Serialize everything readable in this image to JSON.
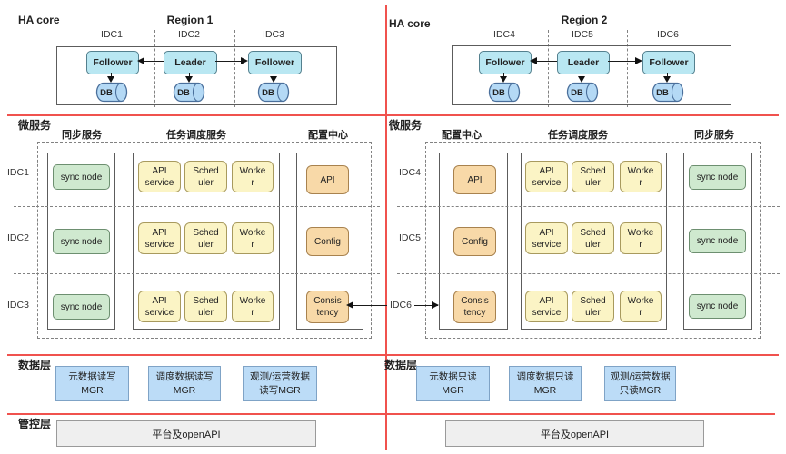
{
  "ha_left": {
    "title": "HA core",
    "region": "Region 1",
    "idcs": [
      "IDC1",
      "IDC2",
      "IDC3"
    ],
    "nodes": [
      "Follower",
      "Leader",
      "Follower"
    ],
    "db_label": "DB"
  },
  "ha_right": {
    "title": "HA core",
    "region": "Region 2",
    "idcs": [
      "IDC4",
      "IDC5",
      "IDC6"
    ],
    "nodes": [
      "Follower",
      "Leader",
      "Follower"
    ],
    "db_label": "DB"
  },
  "ms_left": {
    "title": "微服务",
    "columns": [
      "同步服务",
      "任务调度服务",
      "配置中心"
    ],
    "rows": [
      {
        "label": "IDC1",
        "sync": "sync node",
        "task": [
          "API\nservice",
          "Sched\nuler",
          "Worke\nr"
        ],
        "config": "API"
      },
      {
        "label": "IDC2",
        "sync": "sync node",
        "task": [
          "API\nservice",
          "Sched\nuler",
          "Worke\nr"
        ],
        "config": "Config"
      },
      {
        "label": "IDC3",
        "sync": "sync node",
        "task": [
          "API\nservice",
          "Sched\nuler",
          "Worke\nr"
        ],
        "config": "Consis\ntency"
      }
    ]
  },
  "ms_right": {
    "title": "微服务",
    "columns": [
      "配置中心",
      "任务调度服务",
      "同步服务"
    ],
    "rows": [
      {
        "label": "IDC4",
        "config": "API",
        "task": [
          "API\nservice",
          "Sched\nuler",
          "Worke\nr"
        ],
        "sync": "sync node"
      },
      {
        "label": "IDC5",
        "config": "Config",
        "task": [
          "API\nservice",
          "Sched\nuler",
          "Worke\nr"
        ],
        "sync": "sync node"
      },
      {
        "label": "IDC6",
        "config": "Consis\ntency",
        "task": [
          "API\nservice",
          "Sched\nuler",
          "Worke\nr"
        ],
        "sync": "sync node"
      }
    ]
  },
  "data_left": {
    "title": "数据层",
    "boxes": [
      "元数据读写\nMGR",
      "调度数据读写\nMGR",
      "观测/运营数据\n读写MGR"
    ]
  },
  "data_right": {
    "title": "数据层",
    "boxes": [
      "元数据只读\nMGR",
      "调度数据只读\nMGR",
      "观测/运营数据\n只读MGR"
    ]
  },
  "control_left": {
    "title": "管控层",
    "box": "平台及openAPI"
  },
  "control_right": {
    "box": "平台及openAPI"
  },
  "colors": {
    "accent_red": "#f0524e",
    "node_cyan": "#b9e7f2",
    "db_blue": "#b4d9f5",
    "sync_green": "#cfe9cf",
    "task_yellow": "#fbf4c5",
    "config_orange": "#f8d9a8",
    "mgr_blue": "#bcdcf7",
    "control_gray": "#efefef"
  }
}
